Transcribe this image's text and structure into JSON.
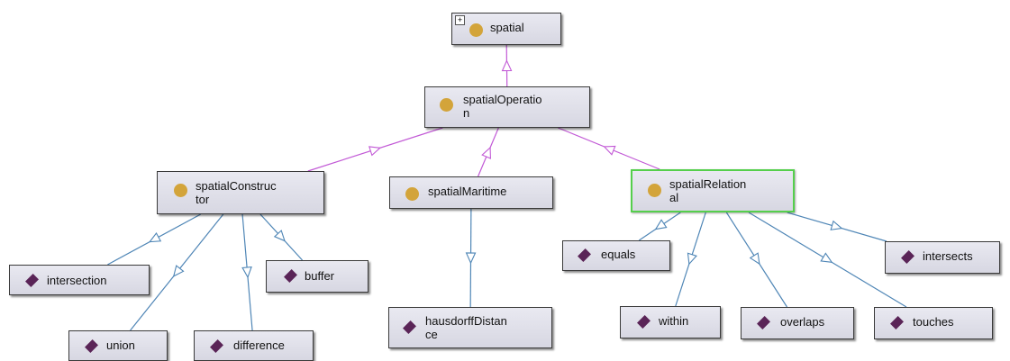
{
  "graph": {
    "colors": {
      "class_edge": "#c25ad6",
      "individual_edge": "#4f86b6",
      "selection": "#55cf4c",
      "class_icon": "#d3a43a",
      "individual_icon": "#5a2457"
    },
    "nodes": {
      "spatial": {
        "label": "spatial",
        "icon": "class-icon",
        "expand": "+"
      },
      "spatialOperation": {
        "label": "spatialOperatio\nn",
        "icon": "class-icon"
      },
      "spatialConstructor": {
        "label": "spatialConstruc\ntor",
        "icon": "class-icon"
      },
      "spatialMaritime": {
        "label": "spatialMaritime",
        "icon": "class-icon"
      },
      "spatialRelational": {
        "label": "spatialRelation\nal",
        "icon": "class-icon",
        "selected": true
      },
      "intersection": {
        "label": "intersection",
        "icon": "individual-icon"
      },
      "union": {
        "label": "union",
        "icon": "individual-icon"
      },
      "difference": {
        "label": "difference",
        "icon": "individual-icon"
      },
      "buffer": {
        "label": "buffer",
        "icon": "individual-icon"
      },
      "hausdorffDistance": {
        "label": "hausdorffDistan\nce",
        "icon": "individual-icon"
      },
      "equals": {
        "label": "equals",
        "icon": "individual-icon"
      },
      "within": {
        "label": "within",
        "icon": "individual-icon"
      },
      "overlaps": {
        "label": "overlaps",
        "icon": "individual-icon"
      },
      "touches": {
        "label": "touches",
        "icon": "individual-icon"
      },
      "intersects": {
        "label": "intersects",
        "icon": "individual-icon"
      }
    },
    "edges": [
      {
        "from": "spatialOperation",
        "to": "spatial",
        "kind": "subclass"
      },
      {
        "from": "spatialConstructor",
        "to": "spatialOperation",
        "kind": "subclass"
      },
      {
        "from": "spatialMaritime",
        "to": "spatialOperation",
        "kind": "subclass"
      },
      {
        "from": "spatialRelational",
        "to": "spatialOperation",
        "kind": "subclass"
      },
      {
        "from": "spatialConstructor",
        "to": "intersection",
        "kind": "instance"
      },
      {
        "from": "spatialConstructor",
        "to": "union",
        "kind": "instance"
      },
      {
        "from": "spatialConstructor",
        "to": "difference",
        "kind": "instance"
      },
      {
        "from": "spatialConstructor",
        "to": "buffer",
        "kind": "instance"
      },
      {
        "from": "spatialMaritime",
        "to": "hausdorffDistance",
        "kind": "instance"
      },
      {
        "from": "spatialRelational",
        "to": "equals",
        "kind": "instance"
      },
      {
        "from": "spatialRelational",
        "to": "within",
        "kind": "instance"
      },
      {
        "from": "spatialRelational",
        "to": "overlaps",
        "kind": "instance"
      },
      {
        "from": "spatialRelational",
        "to": "touches",
        "kind": "instance"
      },
      {
        "from": "spatialRelational",
        "to": "intersects",
        "kind": "instance"
      }
    ]
  }
}
